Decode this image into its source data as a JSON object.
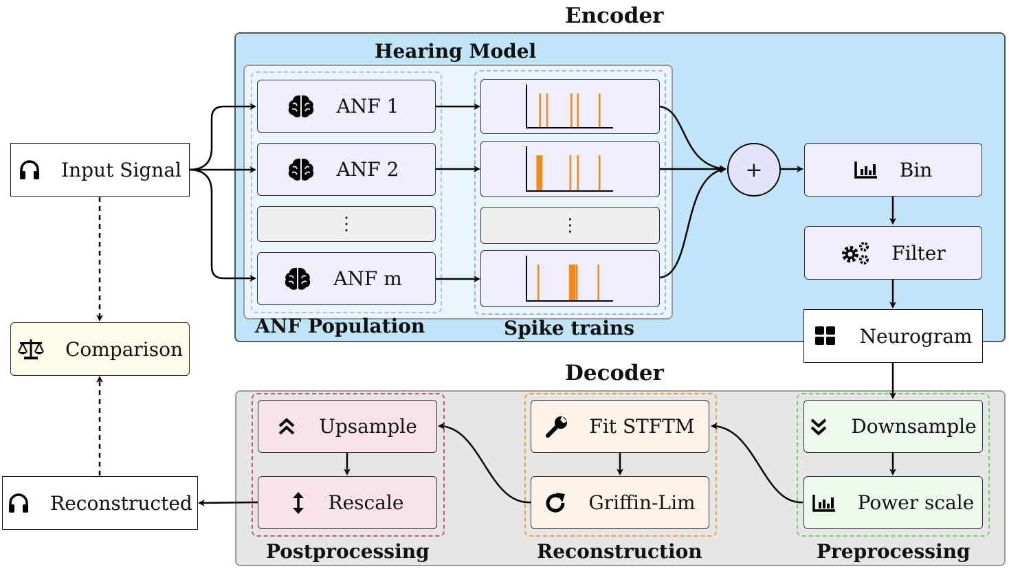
{
  "encoder": {
    "title": "Encoder",
    "hearing_model": {
      "title": "Hearing Model",
      "anf_labels": [
        "ANF 1",
        "ANF 2",
        "ANF m"
      ],
      "ellipsis": "⋮",
      "population_label": "ANF Population",
      "spike_trains_label": "Spike trains"
    },
    "sum_symbol": "+",
    "steps": [
      "Bin",
      "Filter"
    ],
    "output": "Neurogram"
  },
  "input_signal": "Input Signal",
  "comparison": "Comparison",
  "reconstructed": "Reconstructed",
  "decoder": {
    "title": "Decoder",
    "postprocessing": {
      "label": "Postprocessing",
      "steps": [
        "Upsample",
        "Rescale"
      ]
    },
    "reconstruction": {
      "label": "Reconstruction",
      "steps": [
        "Fit STFTM",
        "Griffin-Lim"
      ]
    },
    "preprocessing": {
      "label": "Preprocessing",
      "steps": [
        "Downsample",
        "Power scale"
      ]
    }
  },
  "icons": {
    "input_signal": "headphones-icon",
    "anf": "brain-icon",
    "bin": "bar-chart-icon",
    "filter": "gears-icon",
    "neurogram": "grid-icon",
    "comparison": "balance-scale-icon",
    "reconstructed": "headphones-icon",
    "upsample": "double-chevron-up-icon",
    "rescale": "vertical-arrows-icon",
    "fit_stftm": "wrench-icon",
    "griffin_lim": "redo-arrow-icon",
    "downsample": "double-chevron-down-icon",
    "power_scale": "bar-chart-icon"
  },
  "colors": {
    "encoder_bg": "#c1e5f8",
    "decoder_bg": "#e6e6e6",
    "spike": "#f28a1a",
    "postprocessing_dash": "#cc5577",
    "reconstruction_dash": "#f2a03c",
    "preprocessing_dash": "#66dd55",
    "hearing_dash": "#a9a9e8"
  },
  "spike_trains": [
    {
      "spikes": [
        0.25,
        0.38,
        0.83,
        0.95,
        1.35
      ]
    },
    {
      "spikes": [
        0.2,
        0.22,
        0.25,
        0.28,
        0.81,
        0.95,
        1.35
      ]
    },
    {
      "spikes": [
        0.22,
        0.8,
        0.83,
        0.86,
        0.89,
        0.93,
        1.33
      ]
    }
  ]
}
